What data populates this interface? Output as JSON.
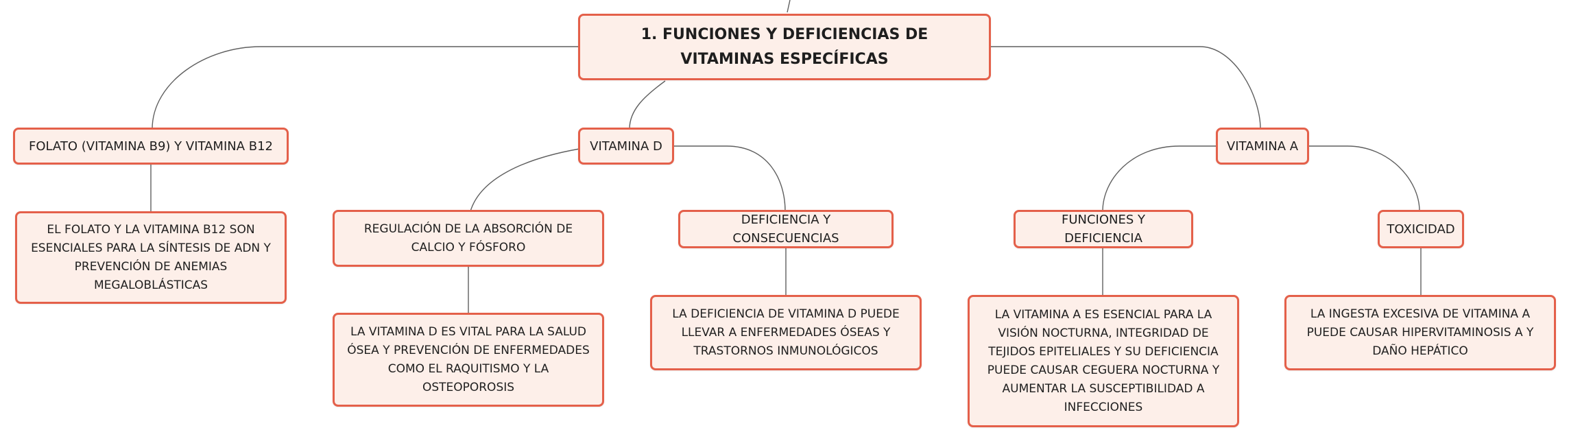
{
  "colors": {
    "node_border": "#e4604a",
    "node_fill": "#fdefe9",
    "connector": "#5f5f5f"
  },
  "map": {
    "root": "1. FUNCIONES Y DEFICIENCIAS DE VITAMINAS ESPECÍFICAS",
    "folato": {
      "title": "FOLATO (VITAMINA B9) Y VITAMINA B12",
      "detail": "EL FOLATO Y LA VITAMINA B12 SON ESENCIALES PARA LA SÍNTESIS DE ADN Y PREVENCIÓN DE ANEMIAS MEGALOBLÁSTICAS"
    },
    "vitamina_d": {
      "title": "VITAMINA D",
      "regulacion": {
        "title": "REGULACIÓN DE LA ABSORCIÓN DE CALCIO Y FÓSFORO",
        "detail": "LA VITAMINA D ES VITAL PARA LA SALUD ÓSEA Y PREVENCIÓN DE ENFERMEDADES COMO EL RAQUITISMO Y LA OSTEOPOROSIS"
      },
      "deficiencia": {
        "title": "DEFICIENCIA Y CONSECUENCIAS",
        "detail": "LA DEFICIENCIA DE VITAMINA D PUEDE LLEVAR A ENFERMEDADES ÓSEAS Y TRASTORNOS INMUNOLÓGICOS"
      }
    },
    "vitamina_a": {
      "title": "VITAMINA A",
      "funciones": {
        "title": "FUNCIONES Y DEFICIENCIA",
        "detail": "LA VITAMINA A ES ESENCIAL PARA LA VISIÓN NOCTURNA, INTEGRIDAD DE TEJIDOS EPITELIALES Y SU DEFICIENCIA PUEDE CAUSAR CEGUERA NOCTURNA Y AUMENTAR LA SUSCEPTIBILIDAD A INFECCIONES"
      },
      "toxicidad": {
        "title": "TOXICIDAD",
        "detail": "LA INGESTA EXCESIVA DE VITAMINA A PUEDE CAUSAR HIPERVITAMINOSIS A Y DAÑO HEPÁTICO"
      }
    }
  }
}
